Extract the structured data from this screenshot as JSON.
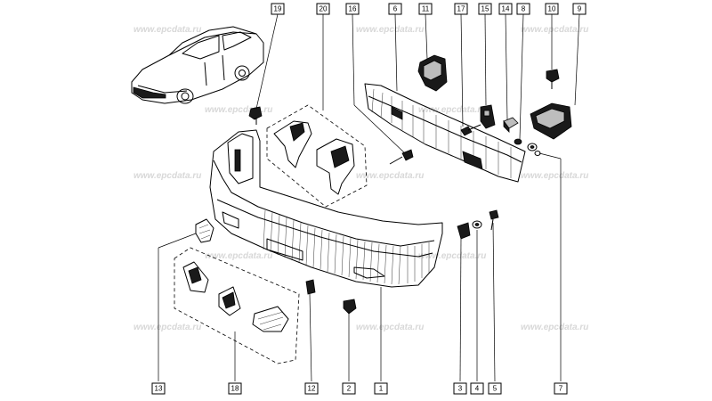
{
  "watermark": "www.epcdata.ru",
  "callouts": [
    {
      "id": "c19",
      "label": "19"
    },
    {
      "id": "c20",
      "label": "20"
    },
    {
      "id": "c16",
      "label": "16"
    },
    {
      "id": "c6",
      "label": "6"
    },
    {
      "id": "c11",
      "label": "11"
    },
    {
      "id": "c17",
      "label": "17"
    },
    {
      "id": "c15",
      "label": "15"
    },
    {
      "id": "c14",
      "label": "14"
    },
    {
      "id": "c8",
      "label": "8"
    },
    {
      "id": "c10t",
      "label": "10"
    },
    {
      "id": "c9",
      "label": "9"
    },
    {
      "id": "c13",
      "label": "13"
    },
    {
      "id": "c18",
      "label": "18"
    },
    {
      "id": "c12",
      "label": "12"
    },
    {
      "id": "c2",
      "label": "2"
    },
    {
      "id": "c1",
      "label": "1"
    },
    {
      "id": "c3",
      "label": "3"
    },
    {
      "id": "c4",
      "label": "4"
    },
    {
      "id": "c5",
      "label": "5"
    },
    {
      "id": "c7",
      "label": "7"
    }
  ]
}
